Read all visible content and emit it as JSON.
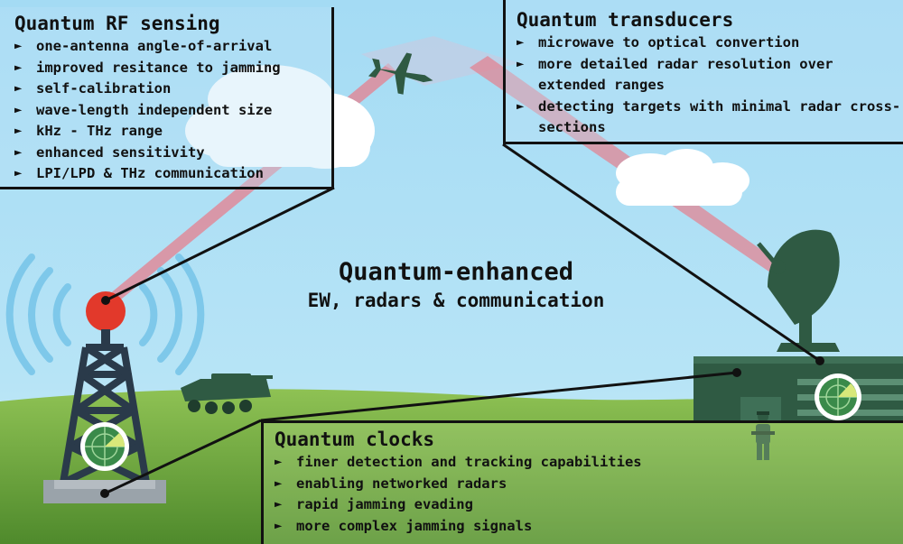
{
  "title": "Quantum-enhanced",
  "subtitle": "EW, radars & communication",
  "rf_sensing": {
    "heading": "Quantum RF sensing",
    "items": [
      "one-antenna angle-of-arrival",
      "improved resitance to jamming",
      "self-calibration",
      "wave-length independent size",
      "kHz - THz range",
      "enhanced sensitivity",
      "LPI/LPD & THz communication"
    ]
  },
  "transducers": {
    "heading": "Quantum transducers",
    "items": [
      "microwave to optical convertion",
      "more detailed radar resolution over extended ranges",
      "detecting targets with minimal radar cross-sections"
    ]
  },
  "clocks": {
    "heading": "Quantum clocks",
    "items": [
      "finer detection and tracking capabilities",
      "enabling networked radars",
      "rapid jamming evading",
      "more complex jamming signals"
    ]
  },
  "colors": {
    "sky": "#a9dcf3",
    "grass": "#6fa83c",
    "military_green": "#2f5a43",
    "beam": "#e36b7a",
    "antenna_red": "#e2392b",
    "tower": "#2a3a4a",
    "radio_wave": "#7ec8ea"
  }
}
